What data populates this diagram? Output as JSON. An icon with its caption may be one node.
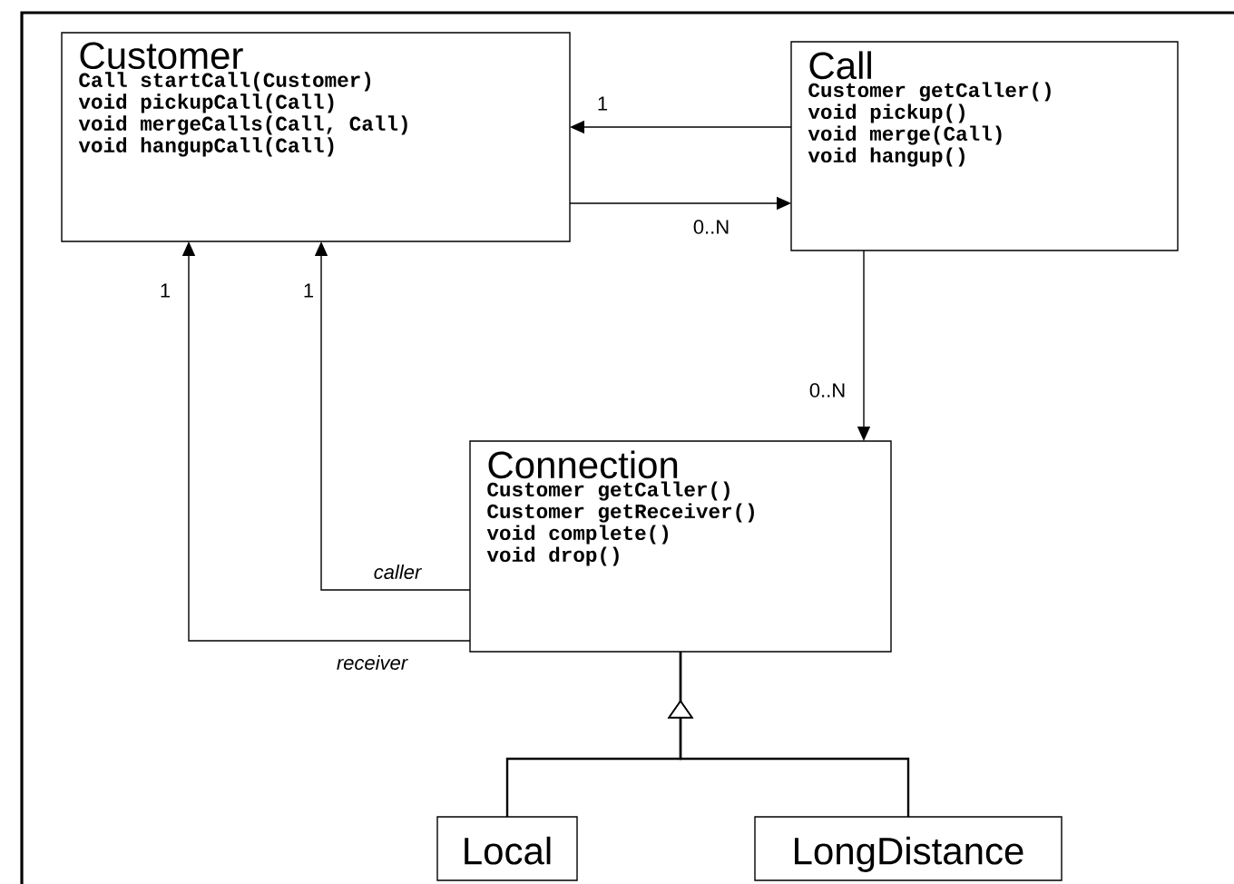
{
  "diagram": {
    "nodes": [
      {
        "text": [
          "Customer",
          "Call startCall(Customer)",
          "void pickupCall(Call)",
          "void mergeCalls(Call, Call)",
          "void hangupCall(Call)"
        ]
      },
      {
        "text": [
          "Call",
          "Customer getCaller()",
          "void pickup()",
          "void merge(Call)",
          "void hangup()"
        ]
      },
      {
        "text": [
          "Connection",
          "Customer getCaller()",
          "Customer getReceiver()",
          "void complete()",
          "void drop()"
        ]
      },
      {
        "text": [
          "Local"
        ]
      },
      {
        "text": [
          "LongDistance"
        ]
      }
    ],
    "edges": [
      {
        "from": 1,
        "to": 0,
        "arrow": "to",
        "label": "1"
      },
      {
        "from": 0,
        "to": 1,
        "arrow": "to",
        "label": "0..N"
      },
      {
        "from": 1,
        "to": 2,
        "arrow": "to",
        "label": "0..N"
      },
      {
        "from": 2,
        "to": 0,
        "arrow": "to",
        "label": "caller"
      },
      {
        "from": 2,
        "to": 0,
        "arrow": "to",
        "label": "receiver"
      },
      {
        "from": 3,
        "to": 2,
        "arrow": "to"
      },
      {
        "from": 4,
        "to": 2,
        "arrow": "to"
      }
    ],
    "labels": [
      "1",
      "1"
    ]
  }
}
